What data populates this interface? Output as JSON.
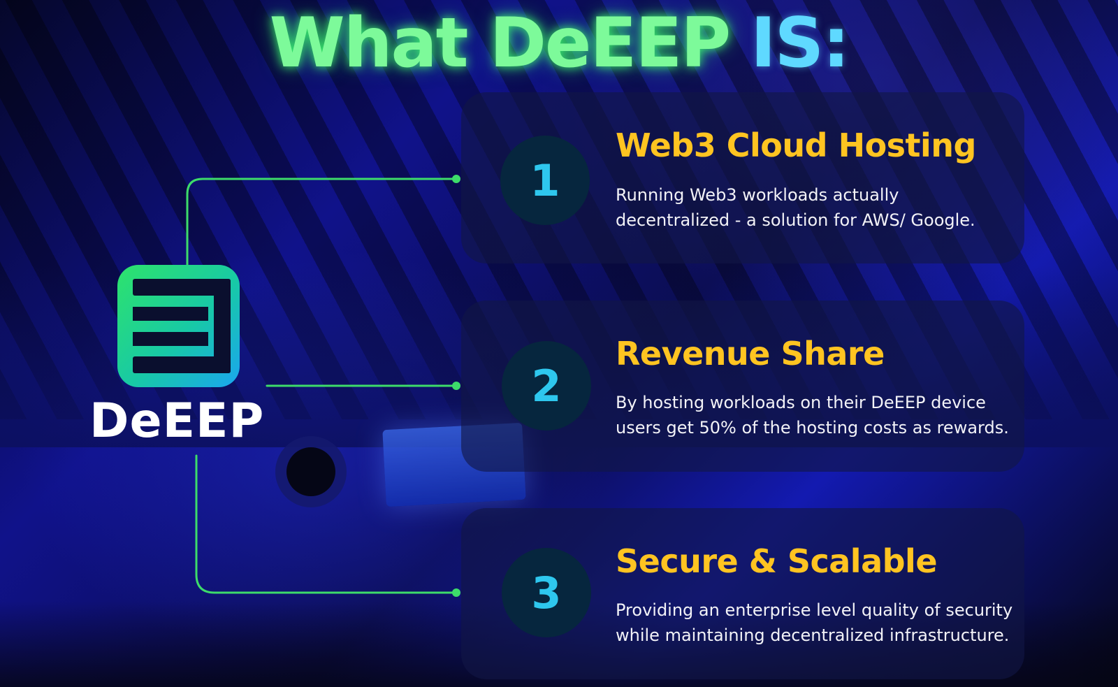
{
  "title": {
    "part1": "What DeEEP",
    "part2": "IS:"
  },
  "logo": {
    "brand": "DeEEP"
  },
  "colors": {
    "title_green": "#7dfa9a",
    "title_blue": "#5fd9ff",
    "heading_yellow": "#ffc421",
    "number_cyan": "#2ec7ee",
    "connector_green": "#3ddc6a"
  },
  "items": [
    {
      "number": "1",
      "title": "Web3 Cloud Hosting",
      "text": "Running Web3 workloads actually decentralized - a solution for AWS/ Google."
    },
    {
      "number": "2",
      "title": "Revenue Share",
      "text": "By hosting workloads on their DeEEP device users get 50% of the hosting costs as rewards."
    },
    {
      "number": "3",
      "title": "Secure & Scalable",
      "text": "Providing an enterprise level quality of security while maintaining decentralized infrastructure."
    }
  ]
}
